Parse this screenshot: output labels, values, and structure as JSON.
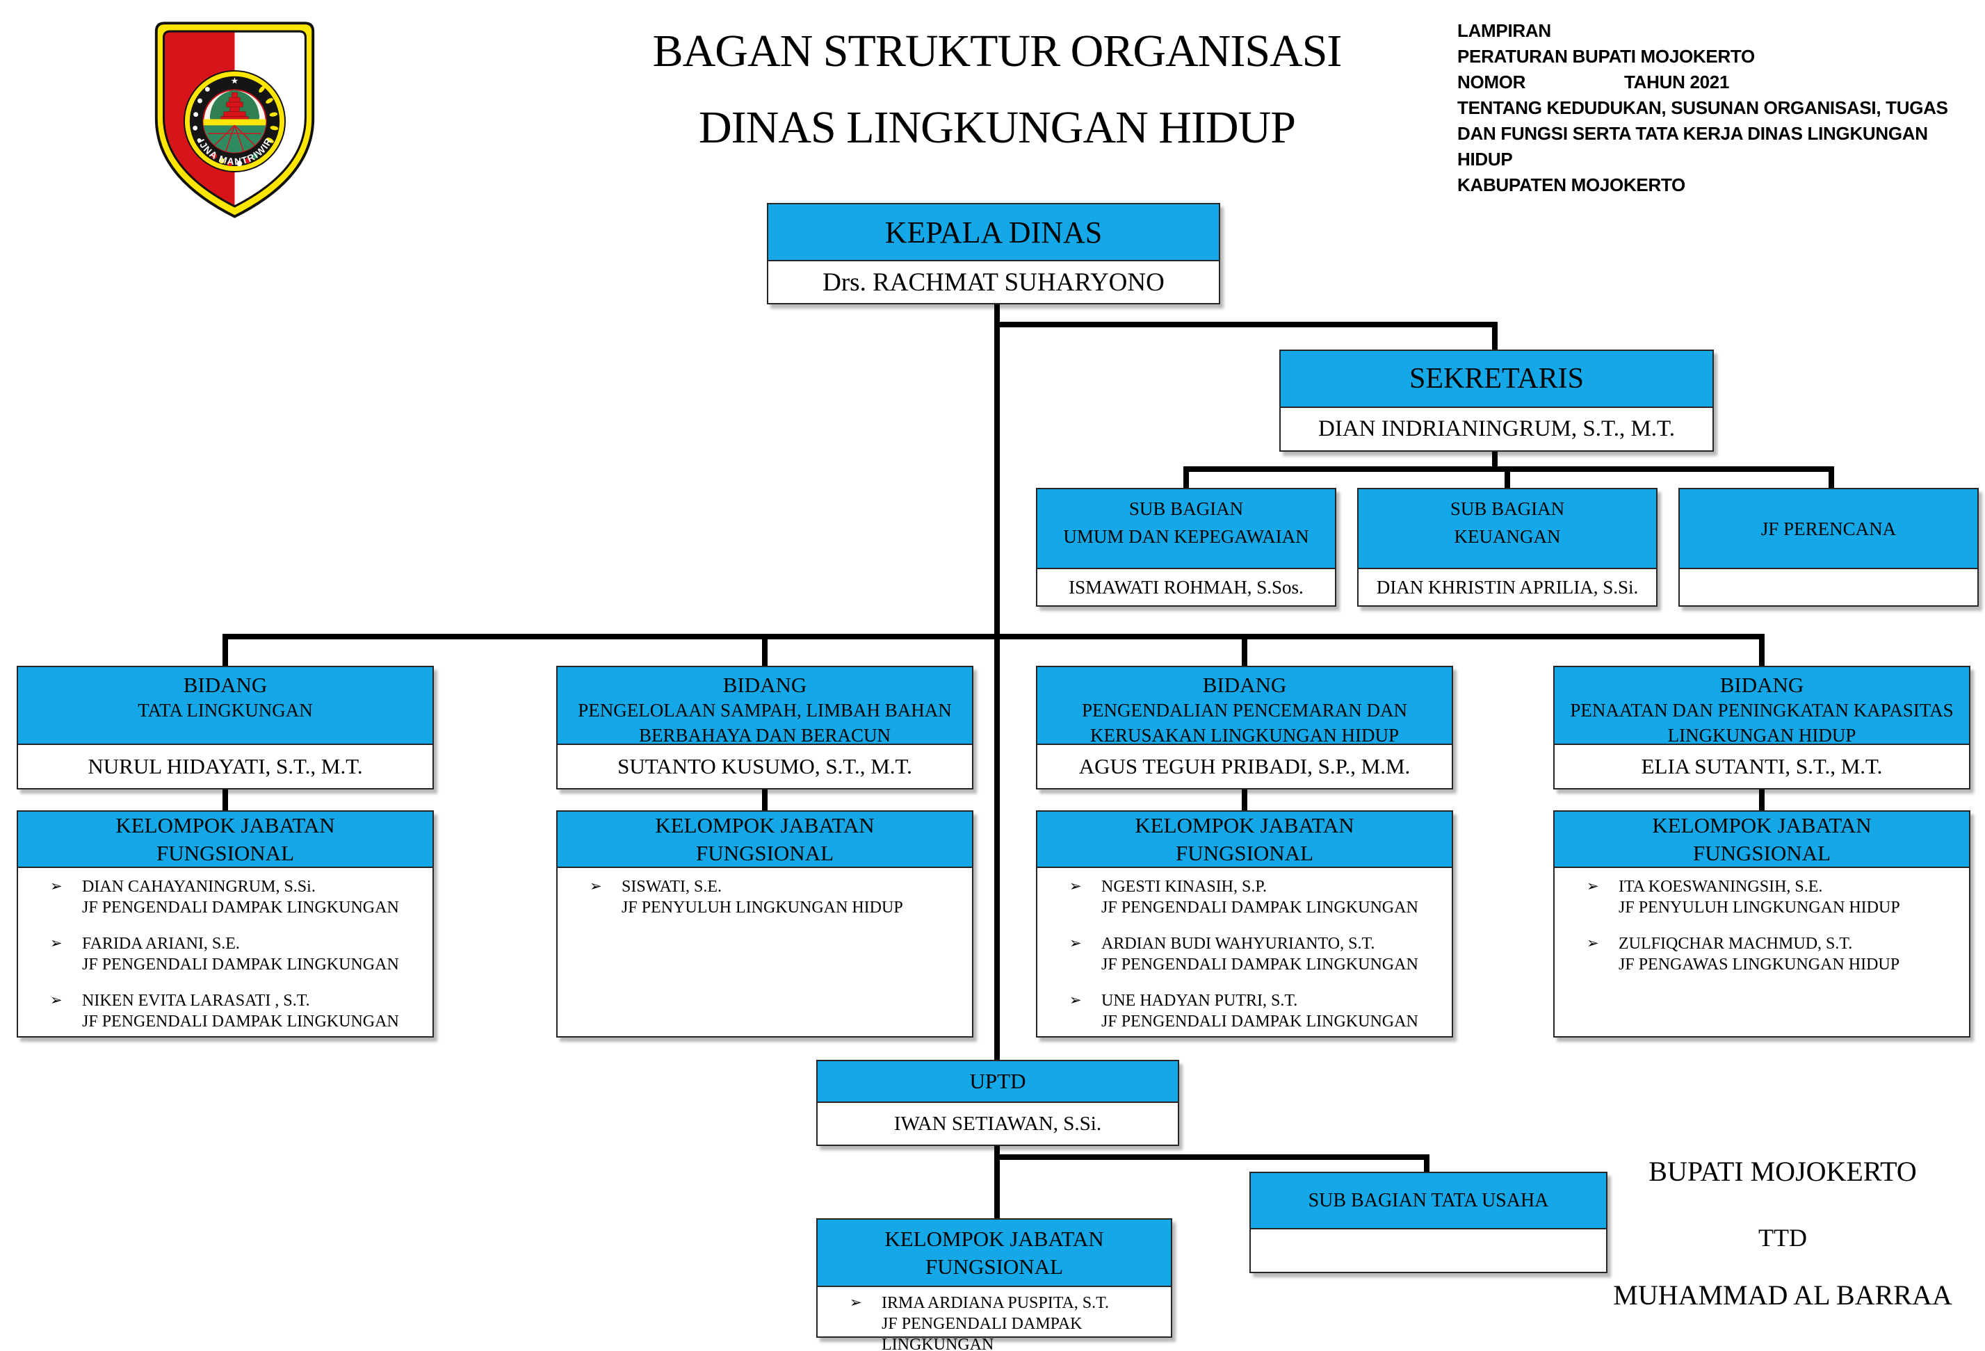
{
  "title": {
    "line1": "BAGAN STRUKTUR ORGANISASI",
    "line2": "DINAS LINGKUNGAN HIDUP"
  },
  "legal": {
    "line1": "LAMPIRAN",
    "line2": "PERATURAN BUPATI MOJOKERTO",
    "line3a": "NOMOR",
    "line3b": "TAHUN 2021",
    "line4": "TENTANG KEDUDUKAN, SUSUNAN ORGANISASI, TUGAS",
    "line5": "DAN FUNGSI SERTA TATA KERJA DINAS LINGKUNGAN HIDUP",
    "line6": "KABUPATEN MOJOKERTO"
  },
  "logo": {
    "name": "mojokerto-regency-seal",
    "motto": "WIJNA MANTRIWIRA"
  },
  "labels": {
    "bidang": "BIDANG",
    "kelompok_line1": "KELOMPOK JABATAN",
    "kelompok_line2": "FUNGSIONAL",
    "bullet": "➢"
  },
  "org": {
    "kepala": {
      "title": "KEPALA DINAS",
      "name": "Drs. RACHMAT SUHARYONO"
    },
    "sekretaris": {
      "title": "SEKRETARIS",
      "name": "DIAN INDRIANINGRUM, S.T., M.T."
    },
    "sub_bagian_umum": {
      "line1": "SUB BAGIAN",
      "line2": "UMUM DAN KEPEGAWAIAN",
      "name": "ISMAWATI ROHMAH, S.Sos."
    },
    "sub_bagian_keuangan": {
      "line1": "SUB BAGIAN",
      "line2": "KEUANGAN",
      "name": "DIAN KHRISTIN APRILIA, S.Si."
    },
    "jf_perencana": {
      "title": "JF PERENCANA",
      "name": ""
    },
    "bidang": [
      {
        "subtitle": "TATA LINGKUNGAN",
        "name": "NURUL HIDAYATI, S.T., M.T.",
        "members": [
          {
            "name": "DIAN CAHAYANINGRUM, S.Si.",
            "role": "JF PENGENDALI DAMPAK LINGKUNGAN"
          },
          {
            "name": "FARIDA ARIANI, S.E.",
            "role": "JF PENGENDALI DAMPAK LINGKUNGAN"
          },
          {
            "name": "NIKEN EVITA LARASATI , S.T.",
            "role": "JF PENGENDALI DAMPAK LINGKUNGAN"
          }
        ]
      },
      {
        "subtitle": "PENGELOLAAN SAMPAH, LIMBAH BAHAN BERBAHAYA DAN BERACUN",
        "name": "SUTANTO KUSUMO, S.T., M.T.",
        "members": [
          {
            "name": "SISWATI, S.E.",
            "role": "JF PENYULUH LINGKUNGAN HIDUP"
          }
        ]
      },
      {
        "subtitle": "PENGENDALIAN PENCEMARAN DAN KERUSAKAN LINGKUNGAN HIDUP",
        "name": "AGUS TEGUH PRIBADI, S.P., M.M.",
        "members": [
          {
            "name": "NGESTI KINASIH, S.P.",
            "role": "JF PENGENDALI DAMPAK LINGKUNGAN"
          },
          {
            "name": "ARDIAN BUDI WAHYURIANTO, S.T.",
            "role": "JF PENGENDALI DAMPAK LINGKUNGAN"
          },
          {
            "name": "UNE HADYAN PUTRI, S.T.",
            "role": "JF PENGENDALI DAMPAK LINGKUNGAN"
          }
        ]
      },
      {
        "subtitle": "PENAATAN DAN PENINGKATAN KAPASITAS LINGKUNGAN HIDUP",
        "name": "ELIA SUTANTI, S.T., M.T.",
        "members": [
          {
            "name": "ITA KOESWANINGSIH, S.E.",
            "role": "JF PENYULUH LINGKUNGAN HIDUP"
          },
          {
            "name": "ZULFIQCHAR MACHMUD, S.T.",
            "role": "JF PENGAWAS LINGKUNGAN HIDUP"
          }
        ]
      }
    ],
    "uptd": {
      "title": "UPTD",
      "name": "IWAN SETIAWAN, S.Si."
    },
    "uptd_kelompok": {
      "members": [
        {
          "name": "IRMA ARDIANA PUSPITA, S.T.",
          "role": "JF PENGENDALI DAMPAK LINGKUNGAN"
        }
      ]
    },
    "sub_bagian_tata_usaha": {
      "title": "SUB BAGIAN TATA USAHA",
      "name": ""
    }
  },
  "signature": {
    "line1": "BUPATI MOJOKERTO",
    "line2": "TTD",
    "line3": "MUHAMMAD AL BARRAA"
  },
  "colors": {
    "box_blue": "#14A8E8",
    "line_black": "#000000",
    "logo_red": "#D7141A",
    "logo_yellow": "#FFE600",
    "logo_green": "#2E7D4F"
  }
}
